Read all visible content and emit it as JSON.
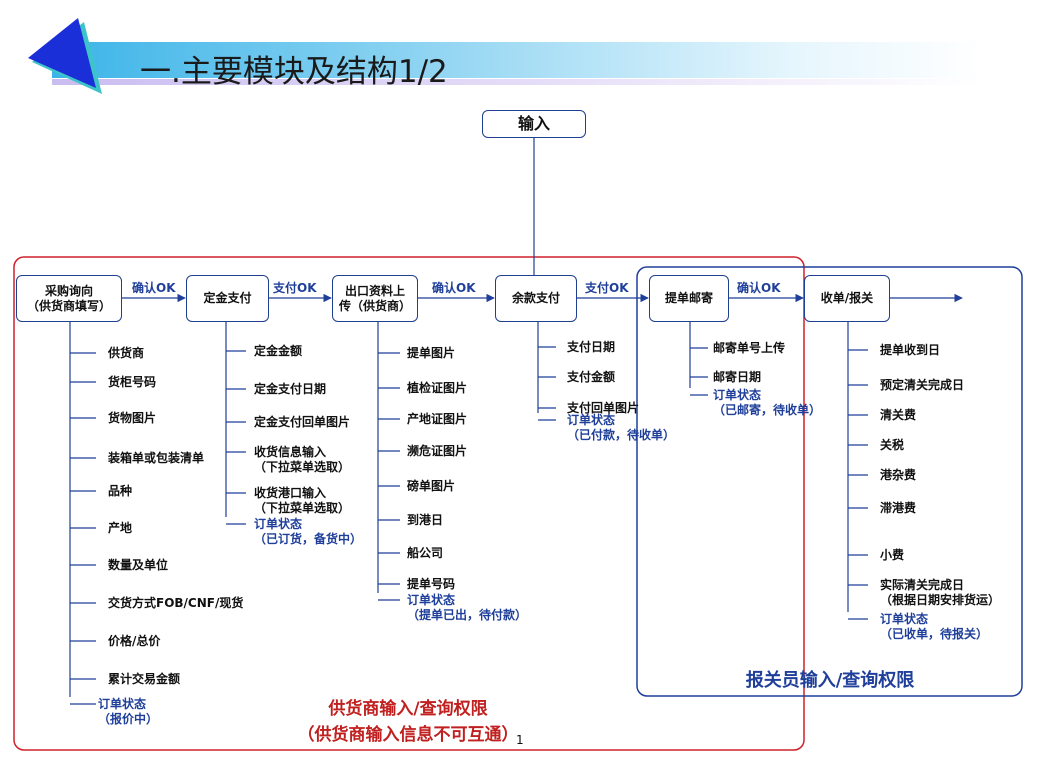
{
  "title": "一.主要模块及结构1/2",
  "page_number": "1",
  "colors": {
    "supplier_region": "#d0202a",
    "broker_region": "#1f3f9a",
    "connector": "#1f3f9a",
    "title_bar": "#3bb4e8",
    "title_triangle": "#1a2fd8"
  },
  "input_node": "输入",
  "transitions": [
    "确认OK",
    "支付OK",
    "确认OK",
    "支付OK",
    "确认OK"
  ],
  "regions": {
    "supplier": {
      "line1": "供货商输入/查询权限",
      "line2": "（供货商输入信息不可互通）"
    },
    "broker": {
      "line1": "报关员输入/查询权限"
    }
  },
  "modules": [
    {
      "id": "purchase",
      "label": "采购询向\n（供货商填写）",
      "items": [
        "供货商",
        "货柜号码",
        "货物图片",
        "装箱单或包装清单",
        "品种",
        "产地",
        "数量及单位",
        "交货方式FOB/CNF/现货",
        "价格/总价",
        "累计交易金额"
      ],
      "status": "订单状态\n（报价中）"
    },
    {
      "id": "deposit",
      "label": "定金支付",
      "items": [
        "定金金额",
        "定金支付日期",
        "定金支付回单图片",
        "收货信息输入\n（下拉菜单选取）",
        "收货港口输入\n（下拉菜单选取）"
      ],
      "status": "订单状态\n（已订货，备货中）"
    },
    {
      "id": "export_docs",
      "label": "出口资料上\n传（供货商）",
      "items": [
        "提单图片",
        "植检证图片",
        "产地证图片",
        "濒危证图片",
        "磅单图片",
        "到港日",
        "船公司",
        "提单号码"
      ],
      "status": "订单状态\n（提单已出，待付款）"
    },
    {
      "id": "balance",
      "label": "余款支付",
      "items": [
        "支付日期",
        "支付金额",
        "支付回单图片"
      ],
      "status": "订单状态\n（已付款，待收单）"
    },
    {
      "id": "bl_mail",
      "label": "提单邮寄",
      "items": [
        "邮寄单号上传",
        "邮寄日期"
      ],
      "status": "订单状态\n（已邮寄，待收单）"
    },
    {
      "id": "receive_clear",
      "label": "收单/报关",
      "items": [
        "提单收到日",
        "预定清关完成日",
        "清关费",
        "关税",
        "港杂费",
        "滞港费",
        "小费",
        "实际清关完成日\n（根据日期安排货运）"
      ],
      "status": "订单状态\n（已收单，待报关）"
    }
  ]
}
